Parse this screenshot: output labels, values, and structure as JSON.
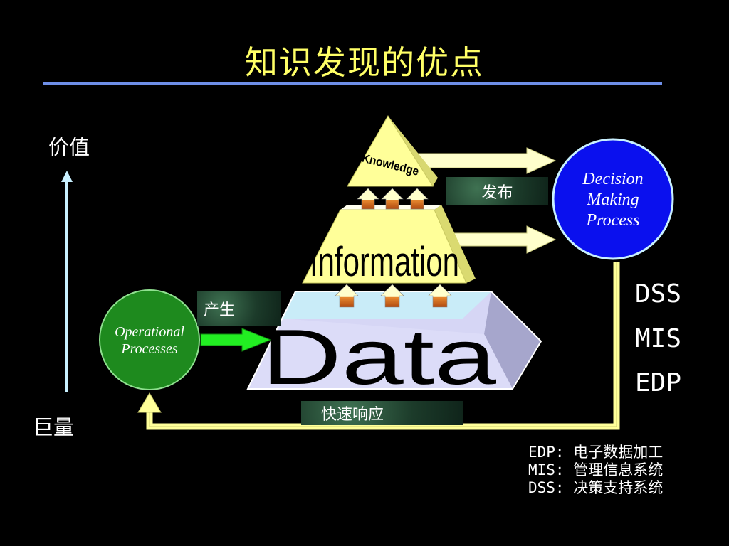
{
  "title": "知识发现的优点",
  "axis": {
    "top_label": "价值",
    "bottom_label": "巨量"
  },
  "pyramid": {
    "top": "Knowledge",
    "middle": "Information",
    "base": "Data"
  },
  "circles": {
    "decision": "Decision Making Process",
    "decision_lines": [
      "Decision",
      "Making",
      "Process"
    ],
    "operational_lines": [
      "Operational",
      "Processes"
    ]
  },
  "tags": {
    "publish": "发布",
    "generate": "产生",
    "fast_response": "快速响应"
  },
  "systems": {
    "dss": "DSS",
    "mis": "MIS",
    "edp": "EDP"
  },
  "legend": [
    "EDP: 电子数据加工",
    "MIS: 管理信息系统",
    "DSS: 决策支持系统"
  ],
  "colors": {
    "title": "#ffff66",
    "pyramid": "#ffff99",
    "decision_circle": "#0a10ee",
    "operational_circle": "#1e8a1e",
    "feedback_arrow": "#ffff99",
    "data_block": "#d6d6f5"
  }
}
